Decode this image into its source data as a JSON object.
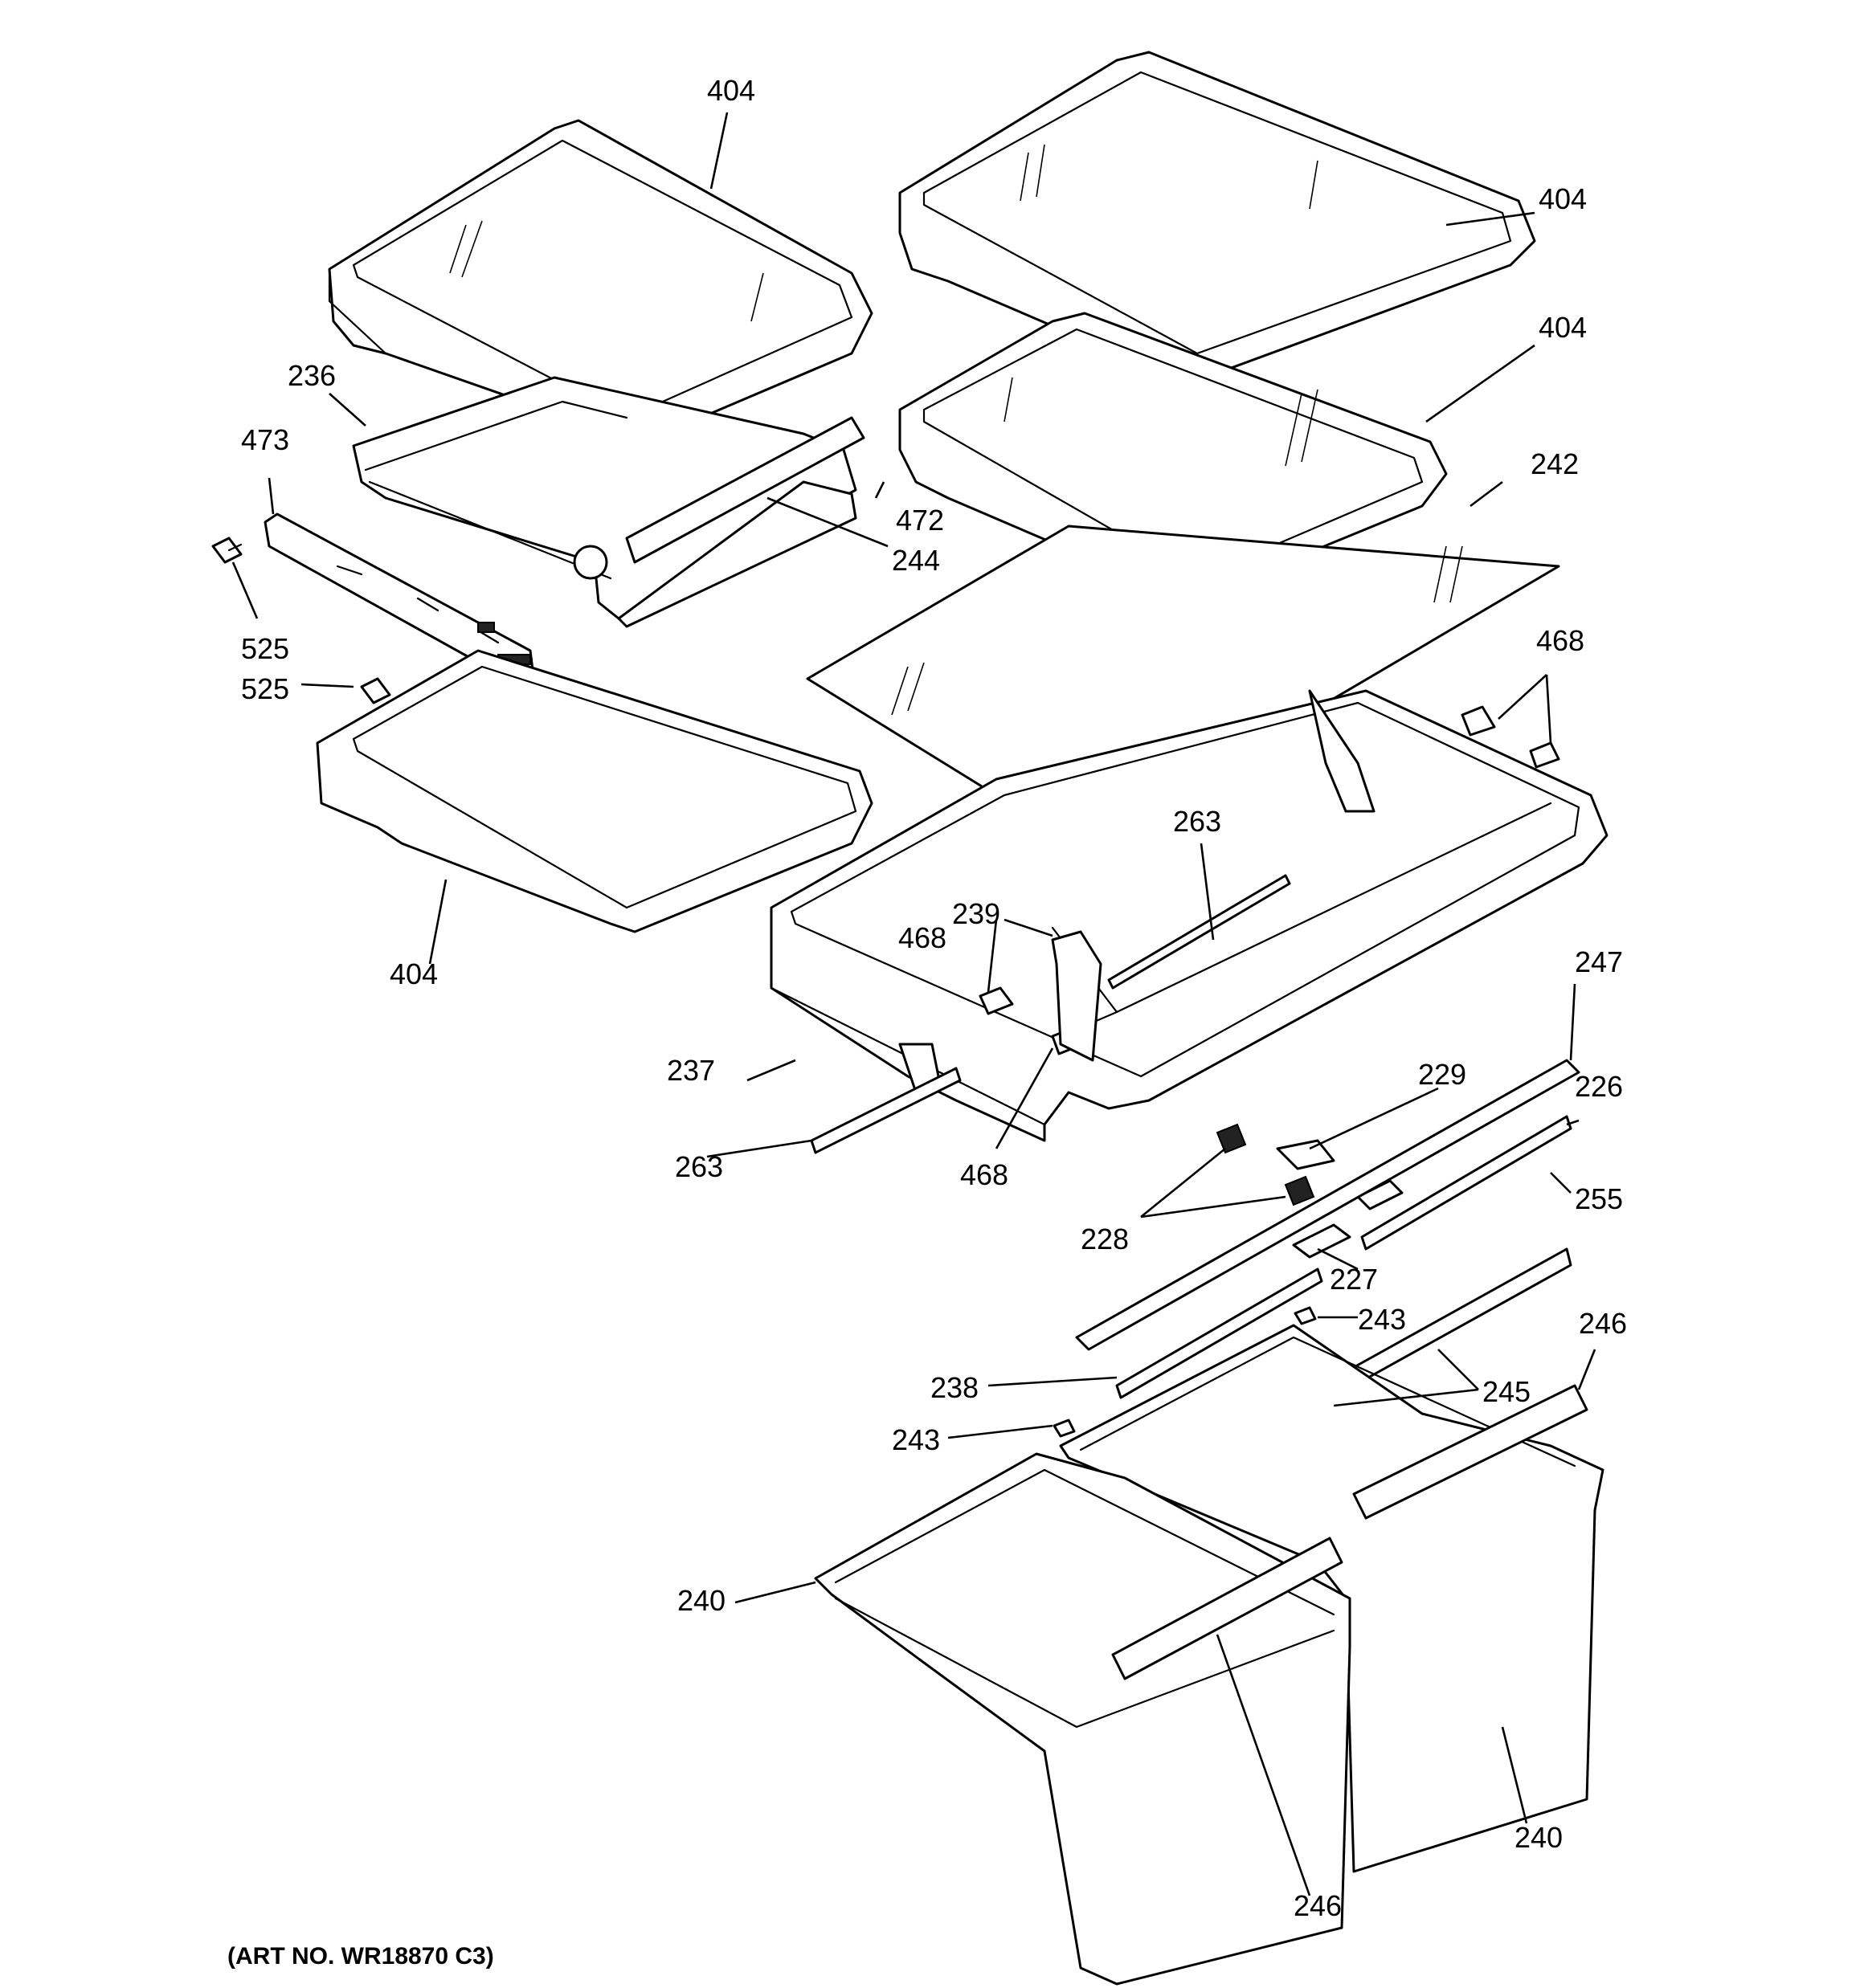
{
  "callouts": {
    "c404_a": "404",
    "c404_b": "404",
    "c404_c": "404",
    "c404_d": "404",
    "c236": "236",
    "c473": "473",
    "c472": "472",
    "c244": "244",
    "c525_a": "525",
    "c525_b": "525",
    "c242": "242",
    "c468_a": "468",
    "c468_b": "468",
    "c468_c": "468",
    "c263_a": "263",
    "c263_b": "263",
    "c239": "239",
    "c237": "237",
    "c247": "247",
    "c229": "229",
    "c226": "226",
    "c255": "255",
    "c228": "228",
    "c227": "227",
    "c243_a": "243",
    "c243_b": "243",
    "c246_a": "246",
    "c246_b": "246",
    "c238": "238",
    "c245": "245",
    "c240_a": "240",
    "c240_b": "240"
  },
  "art_number": "(ART NO. WR18870 C3)"
}
